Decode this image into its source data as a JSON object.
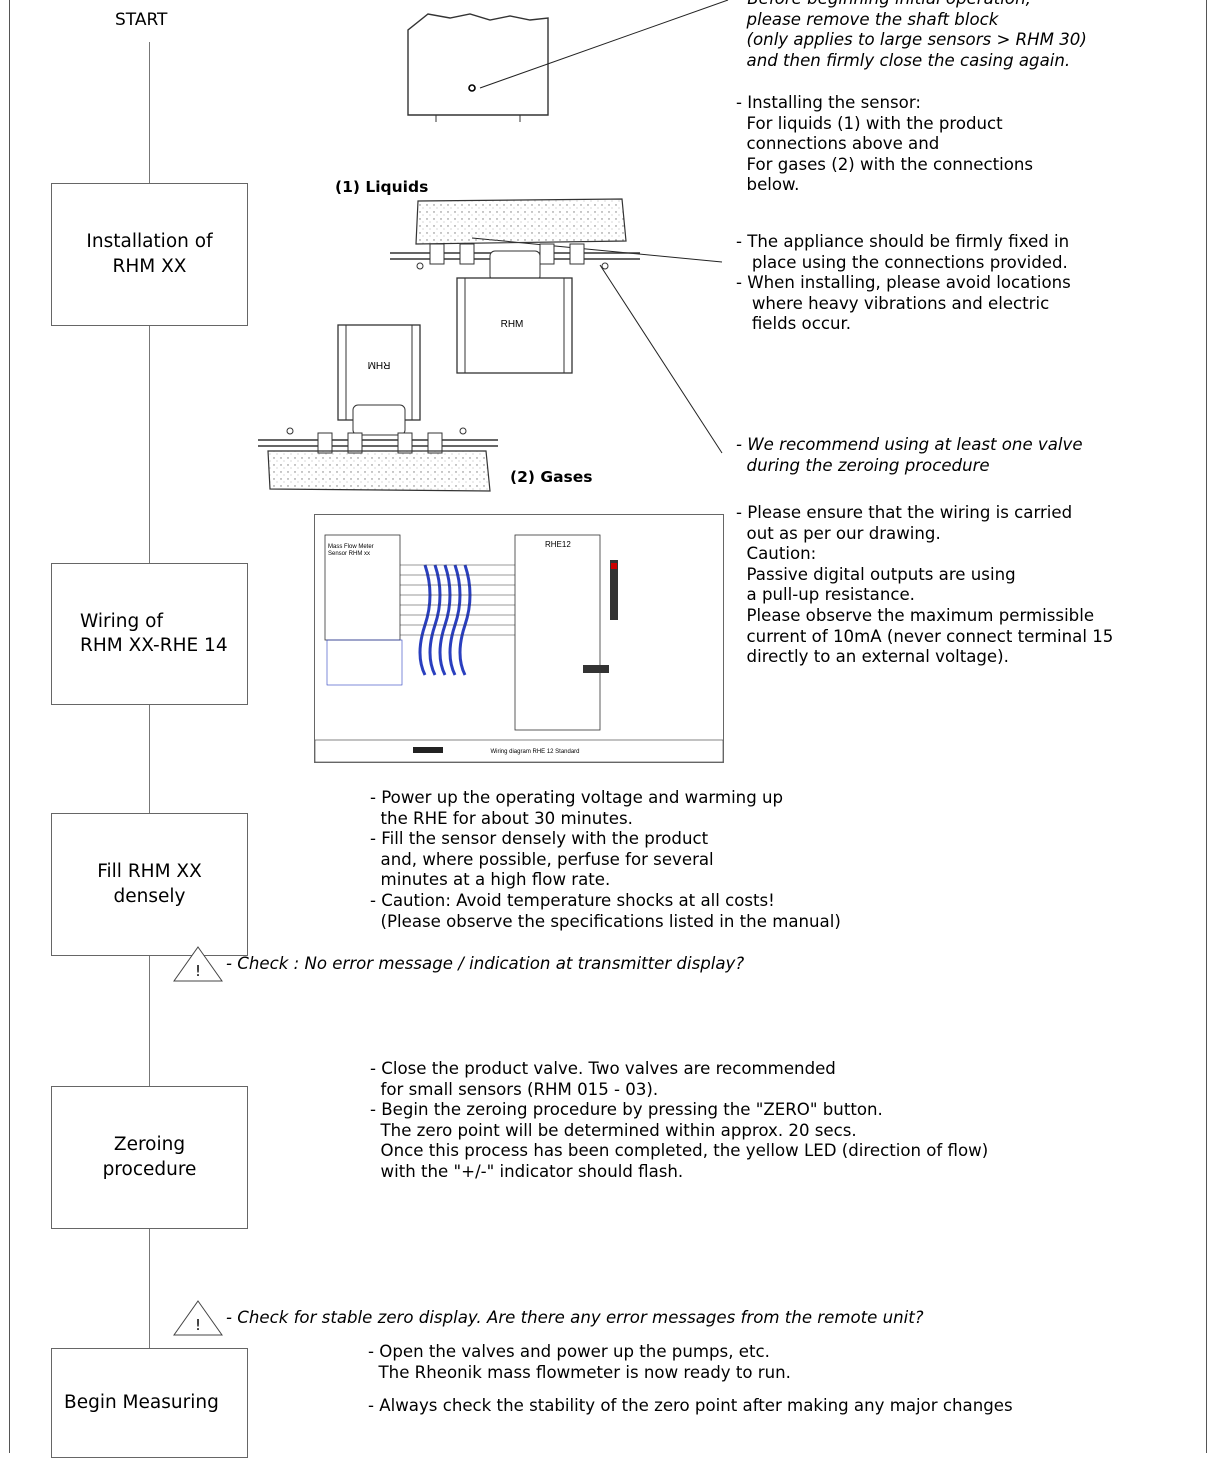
{
  "start_label": "START",
  "steps": [
    {
      "id": "installation",
      "label": "Installation of\nRHM XX"
    },
    {
      "id": "wiring",
      "label": "Wiring of\nRHM XX-RHE 14"
    },
    {
      "id": "fill",
      "label": "Fill RHM XX\ndensely"
    },
    {
      "id": "zeroing",
      "label": "Zeroing\nprocedure"
    },
    {
      "id": "measuring",
      "label": "Begin Measuring"
    }
  ],
  "install": {
    "note_italic": "- Before beginning initial operation,\n  please remove the shaft block\n  (only applies to large sensors > RHM 30)\n  and then firmly close the casing again.",
    "note_sensor": "- Installing the sensor:\n  For liquids (1) with the product\n  connections above and\n  For gases (2) with the connections\n  below.",
    "note_fix": "- The appliance should be firmly fixed in\n   place using the connections provided.\n- When installing, please avoid locations\n   where heavy vibrations and electric\n   fields occur.",
    "note_valve": "- We recommend using at least one valve\n  during the zeroing procedure",
    "liquids_label": "(1) Liquids",
    "gases_label": "(2) Gases",
    "rhm_label": "RHM"
  },
  "wiring": {
    "note": "- Please ensure that the wiring is carried\n  out as per our drawing.\n  Caution:\n  Passive digital outputs are using\n  a pull-up resistance.\n  Please observe the maximum permissible\n  current of 10mA (never connect terminal 15\n  directly to an external voltage).",
    "diagram": {
      "meter_title": "Mass Flow Meter\nSensor RHM xx",
      "rhe_title": "RHE12",
      "footer_title": "Wiring diagram RHE 12 Standard"
    }
  },
  "fill": {
    "note": "- Power up the operating voltage and warming up\n  the RHE for about 30 minutes.\n- Fill the sensor densely with the product\n  and, where possible, perfuse for several\n  minutes at a high flow rate.\n- Caution: Avoid temperature shocks at all costs!\n  (Please observe the specifications listed in the manual)"
  },
  "check1": "- Check : No error message / indication at transmitter display?",
  "zeroing": {
    "note": "- Close the product valve. Two valves are recommended\n  for small sensors (RHM 015 - 03).\n- Begin the zeroing procedure by pressing the \"ZERO\" button.\n  The zero point will be determined within approx. 20 secs.\n  Once this process has been completed, the yellow LED (direction of flow)\n  with the \"+/-\" indicator should flash."
  },
  "check2": "- Check for stable zero display. Are there any error messages from the remote unit?",
  "measuring": {
    "note1": "- Open the valves and power up the pumps, etc.\n  The Rheonik mass flowmeter is now ready to run.",
    "note2": "- Always check the stability of the zero point after making any major changes"
  }
}
